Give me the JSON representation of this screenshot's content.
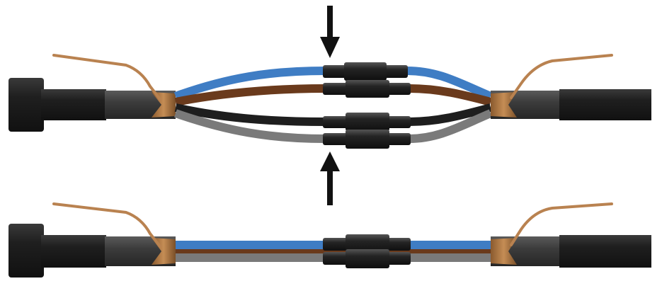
{
  "diagram": {
    "background": "#ffffff",
    "colors": {
      "cable_jacket": "#1a1a1a",
      "cable_jacket_highlight": "#3a3a3a",
      "cable_inner_sheath": "#3c3c3c",
      "shield_braid": "#b07a45",
      "drain_wire": "#b98250",
      "wire_blue": "#3f7dc4",
      "wire_brown": "#6a3a1c",
      "wire_black": "#1e1e1e",
      "wire_grey": "#7a7a7a",
      "splice_sleeve": "#222222",
      "arrow": "#111111"
    },
    "top_assembly": {
      "state": "splices open",
      "wires": [
        "blue",
        "brown",
        "black",
        "grey"
      ],
      "arrows": [
        "arrow-down",
        "arrow-up"
      ]
    },
    "bottom_assembly": {
      "state": "splices closed",
      "wires": [
        "blue",
        "brown",
        "grey"
      ]
    }
  }
}
